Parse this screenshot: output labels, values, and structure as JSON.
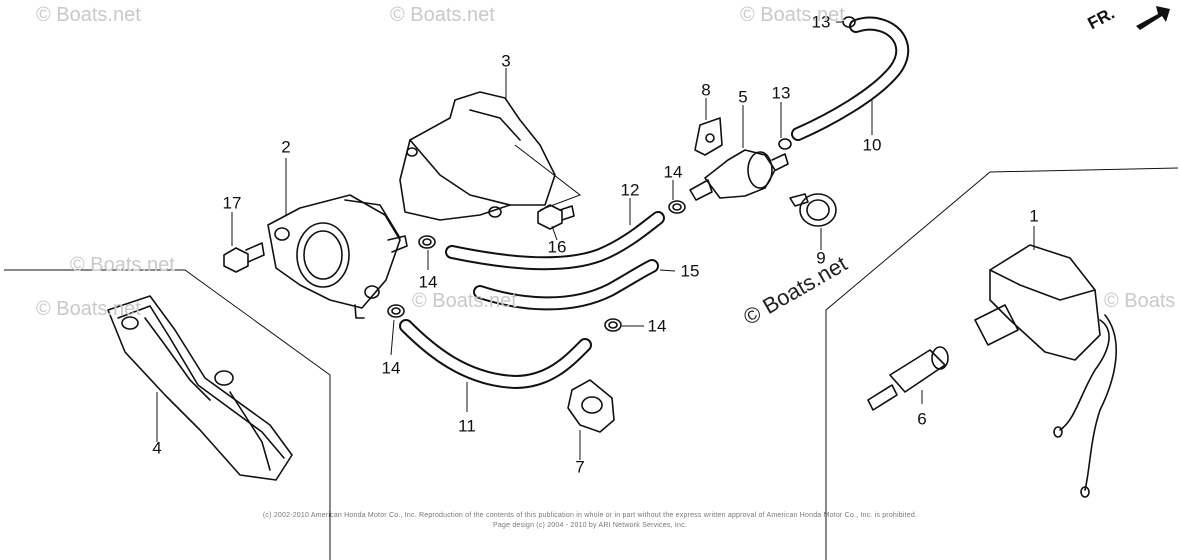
{
  "orientation_label": "FR.",
  "watermark_main": "© Boats.net",
  "watermark_faint": [
    "© Boats.net",
    "© Boats.net",
    "© Boats.net",
    "© Boats.net",
    "© Boats.net",
    "© Boats.net",
    "© Boats"
  ],
  "copyright": [
    "(c) 2002-2010 American Honda Motor Co., Inc. Reproduction of the contents of this publication in whole or in part without the express written approval of American Honda Motor Co., Inc. is prohibited.",
    "Page design (c) 2004 - 2010 by ARI Network Services, Inc."
  ],
  "callouts": [
    "1",
    "2",
    "3",
    "4",
    "5",
    "6",
    "7",
    "8",
    "9",
    "10",
    "11",
    "12",
    "13",
    "13",
    "14",
    "14",
    "14",
    "14",
    "15",
    "16",
    "17"
  ],
  "icons": {
    "orientation_arrow": "arrow-right-icon"
  }
}
